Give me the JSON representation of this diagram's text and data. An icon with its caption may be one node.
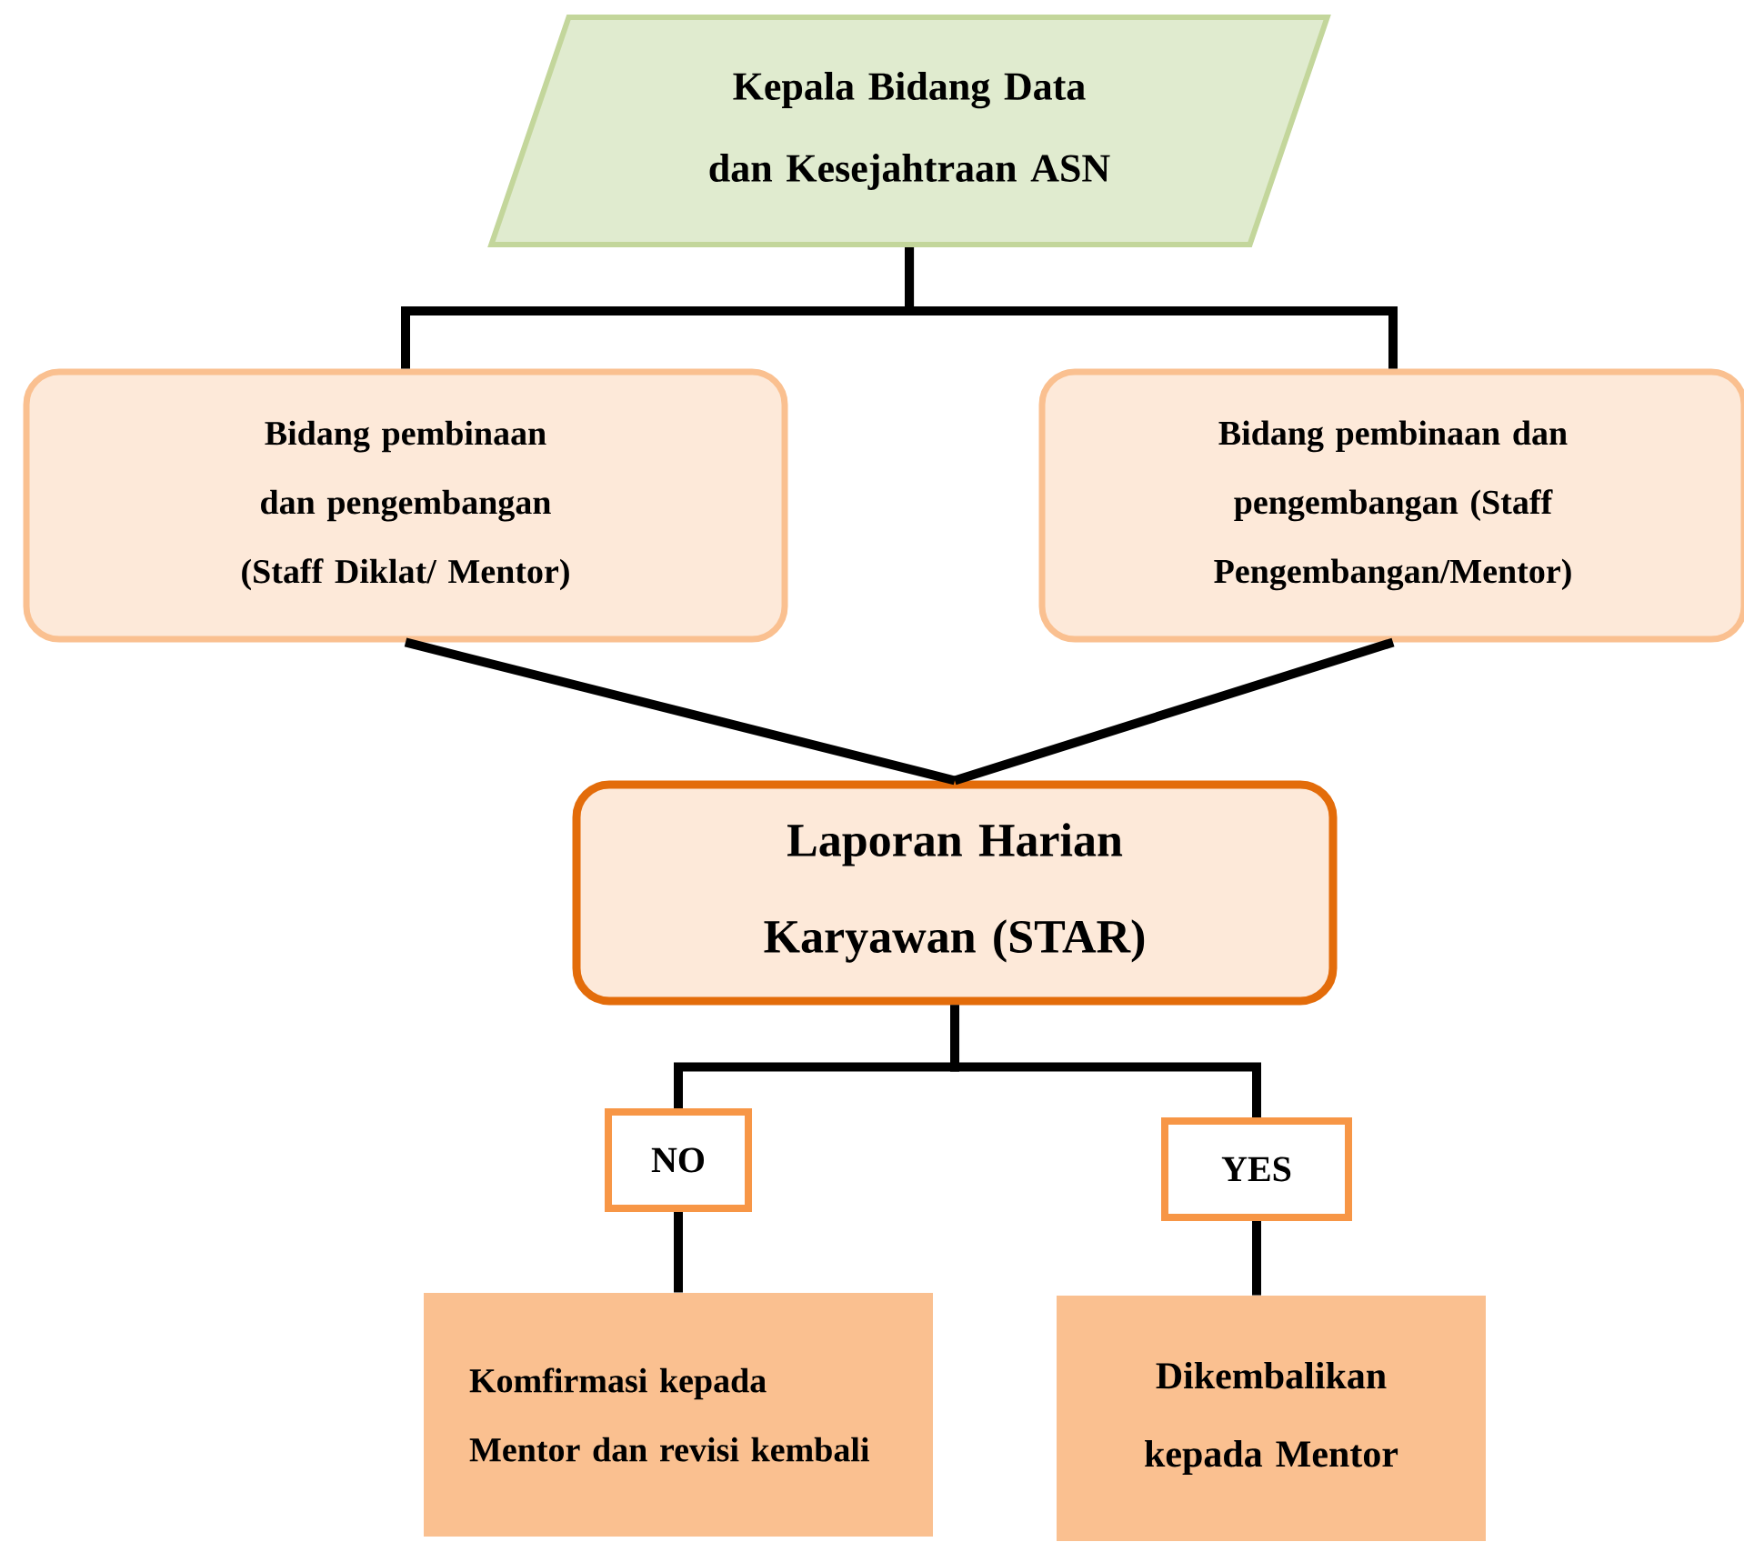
{
  "diagram": {
    "nodes": [
      {
        "text": [
          "Kepala Bidang Data dan Kesejahtraan ASN"
        ]
      },
      {
        "text": [
          "Bidang pembinaan dan pengembangan (Staff Diklat/ Mentor)"
        ]
      },
      {
        "text": [
          "Bidang pembinaan dan pengembangan (Staff Pengembangan/Mentor)"
        ]
      },
      {
        "text": [
          "Laporan Harian Karyawan (STAR)"
        ]
      },
      {
        "text": [
          "NO"
        ]
      },
      {
        "text": [
          "YES"
        ]
      },
      {
        "text": [
          "Komfirmasi kepada Mentor dan revisi kembali"
        ]
      },
      {
        "text": [
          "Dikembalikan kepada Mentor"
        ]
      }
    ],
    "edges": [
      {
        "from": 0,
        "to": 1,
        "arrow": "none"
      },
      {
        "from": 0,
        "to": 2,
        "arrow": "none"
      },
      {
        "from": 1,
        "to": 3,
        "arrow": "none"
      },
      {
        "from": 2,
        "to": 3,
        "arrow": "none"
      },
      {
        "from": 3,
        "to": 4,
        "arrow": "none"
      },
      {
        "from": 3,
        "to": 5,
        "arrow": "none"
      },
      {
        "from": 4,
        "to": 6,
        "arrow": "none"
      },
      {
        "from": 5,
        "to": 7,
        "arrow": "none"
      }
    ]
  }
}
